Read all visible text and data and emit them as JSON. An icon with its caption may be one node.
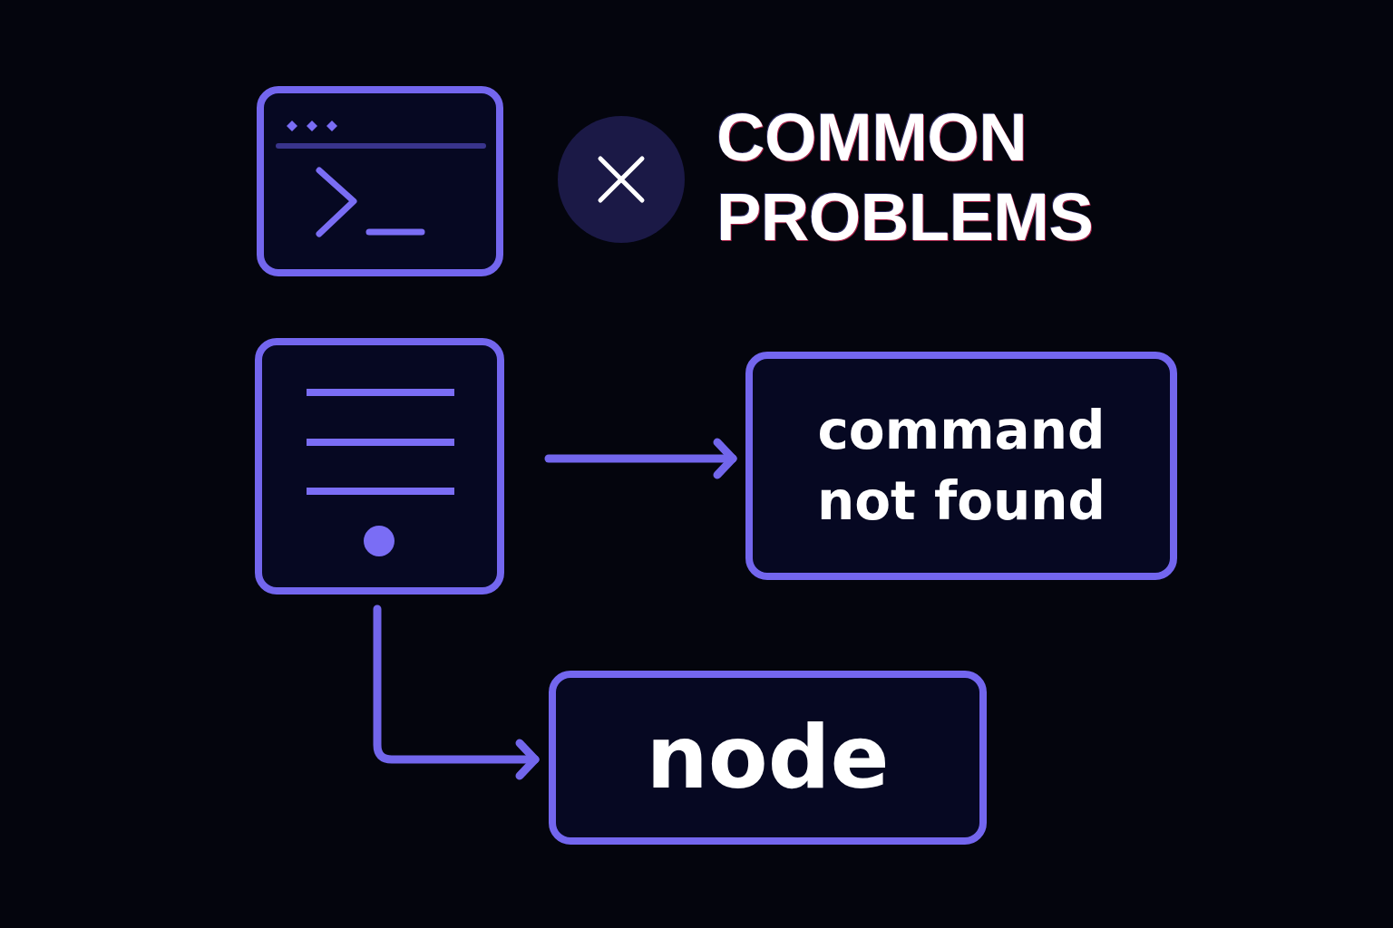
{
  "diagram": {
    "title": "COMMON PROBLEMS",
    "nodes": [
      {
        "text": [],
        "shape": "picture"
      },
      {
        "text": [],
        "shape": "picture"
      },
      {
        "text": [
          "command not found"
        ]
      },
      {
        "text": [
          "node"
        ]
      }
    ],
    "edges": [
      {
        "from": 1,
        "to": 2,
        "arrow": "to"
      },
      {
        "from": 1,
        "to": 3,
        "arrow": "to"
      }
    ]
  }
}
